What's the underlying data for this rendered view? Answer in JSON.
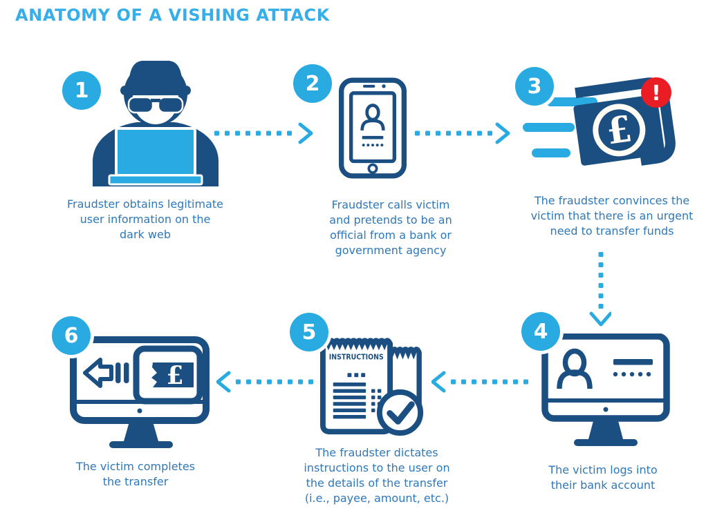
{
  "title": "ANATOMY OF A VISHING ATTACK",
  "colors": {
    "accent": "#29ABE2",
    "navy": "#1B4F82",
    "caption_blue": "#2F78B8",
    "title_blue": "#36AEE9",
    "alert_red": "#EA1D25",
    "white": "#FFFFFF"
  },
  "steps": [
    {
      "number": "1",
      "icon": "fraudster-laptop-icon",
      "caption": [
        "Fraudster obtains legitimate",
        "user information on the",
        "dark web"
      ]
    },
    {
      "number": "2",
      "icon": "smartphone-call-icon",
      "caption": [
        "Fraudster calls victim",
        "and pretends to be an",
        "official from a bank or",
        "government agency"
      ]
    },
    {
      "number": "3",
      "icon": "urgent-money-icon",
      "caption": [
        "The fraudster convinces the",
        "victim that there is an urgent",
        "need to transfer funds"
      ]
    },
    {
      "number": "4",
      "icon": "bank-login-monitor-icon",
      "caption": [
        "The victim logs into",
        "their bank account"
      ]
    },
    {
      "number": "5",
      "icon": "instructions-receipt-icon",
      "caption": [
        "The fraudster dictates",
        "instructions to the user on",
        "the details of the transfer",
        "(i.e., payee, amount, etc.)"
      ]
    },
    {
      "number": "6",
      "icon": "transfer-complete-monitor-icon",
      "caption": [
        "The victim completes",
        "the transfer"
      ]
    }
  ],
  "icon_text": {
    "instructions_label": "INSTRUCTIONS",
    "currency_symbol": "£",
    "alert_symbol": "!"
  }
}
